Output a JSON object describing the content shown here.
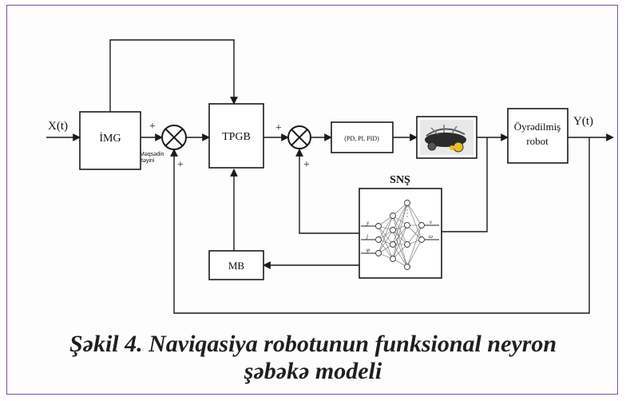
{
  "colors": {
    "frame_border": "#7a4fa6",
    "line": "#1a1a1a"
  },
  "signals": {
    "input": "X(t)",
    "output": "Y(t)"
  },
  "blocks": {
    "img": "İMG",
    "tpgb": "TPGB",
    "controller": "(PD, PI, PID)",
    "trained_robot_line1": "Öyrədilmiş",
    "trained_robot_line2": "robot",
    "mb": "MB",
    "sns": "SNŞ",
    "robot_image": "robot-car-icon"
  },
  "summing1": {
    "top_sign": "+",
    "bottom_sign": "+",
    "label_line1": "Məqsədin",
    "label_line2": "təyini"
  },
  "summing2": {
    "top_sign": "+",
    "bottom_sign": "+"
  },
  "neural_net": {
    "inputs": [
      "y",
      "j",
      "φ"
    ],
    "outputs": [
      "v",
      "ω"
    ]
  },
  "caption": {
    "line1": "Şəkil 4. Naviqasiya robotunun funksional neyron",
    "line2": "şəbəkə modeli"
  }
}
